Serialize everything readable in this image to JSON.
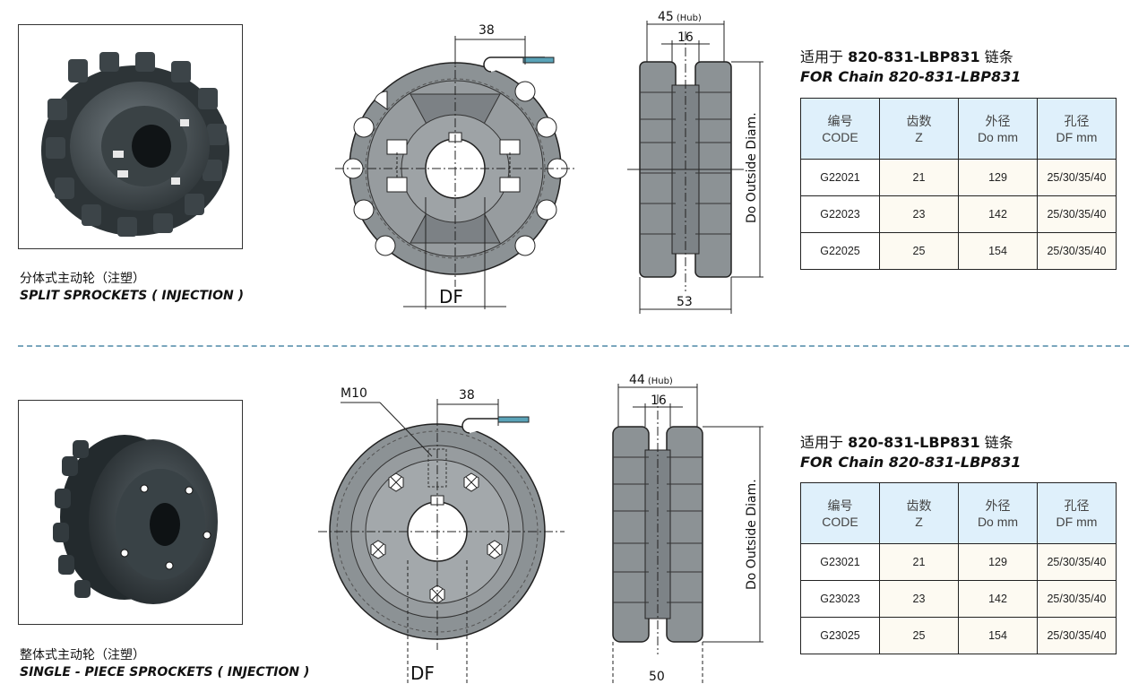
{
  "top": {
    "caption_cn": "分体式主动轮（注塑）",
    "caption_en": "SPLIT SPROCKETS ( INJECTION )",
    "front_view": {
      "dim_38": "38",
      "dim_df": "DF"
    },
    "side_view": {
      "dim_hub": "45",
      "dim_hub_note": "(Hub)",
      "dim_16": "16",
      "dim_width": "53",
      "dim_diam": "Do Outside Diam."
    },
    "chain_title": {
      "cn_prefix": "适用于 ",
      "cn_bold": "820-831-LBP831",
      "cn_suffix": " 链条",
      "en": "FOR Chain 820-831-LBP831"
    },
    "table": {
      "headers": [
        {
          "cn": "编号",
          "en": "CODE"
        },
        {
          "cn": "齿数",
          "en": "Z"
        },
        {
          "cn": "外径",
          "en": "Do mm"
        },
        {
          "cn": "孔径",
          "en": "DF mm"
        }
      ],
      "rows": [
        [
          "G22021",
          "21",
          "129",
          "25/30/35/40"
        ],
        [
          "G22023",
          "23",
          "142",
          "25/30/35/40"
        ],
        [
          "G22025",
          "25",
          "154",
          "25/30/35/40"
        ]
      ]
    }
  },
  "bottom": {
    "caption_cn": "整体式主动轮（注塑）",
    "caption_en": "SINGLE - PIECE SPROCKETS ( INJECTION )",
    "front_view": {
      "dim_m10": "M10",
      "dim_38": "38",
      "dim_df": "DF"
    },
    "side_view": {
      "dim_hub": "44",
      "dim_hub_note": "(Hub)",
      "dim_16": "16",
      "dim_width": "50",
      "dim_diam": "Do Outside Diam."
    },
    "chain_title": {
      "cn_prefix": "适用于 ",
      "cn_bold": "820-831-LBP831",
      "cn_suffix": " 链条",
      "en": "FOR Chain 820-831-LBP831"
    },
    "table": {
      "headers": [
        {
          "cn": "编号",
          "en": "CODE"
        },
        {
          "cn": "齿数",
          "en": "Z"
        },
        {
          "cn": "外径",
          "en": "Do mm"
        },
        {
          "cn": "孔径",
          "en": "DF mm"
        }
      ],
      "rows": [
        [
          "G23021",
          "21",
          "129",
          "25/30/35/40"
        ],
        [
          "G23023",
          "23",
          "142",
          "25/30/35/40"
        ],
        [
          "G23025",
          "25",
          "154",
          "25/30/35/40"
        ]
      ]
    }
  },
  "colors": {
    "part_fill": "#8c9295",
    "part_dark": "#4c5256",
    "table_header": "#dff0fb",
    "divider": "#7aa6bd"
  }
}
